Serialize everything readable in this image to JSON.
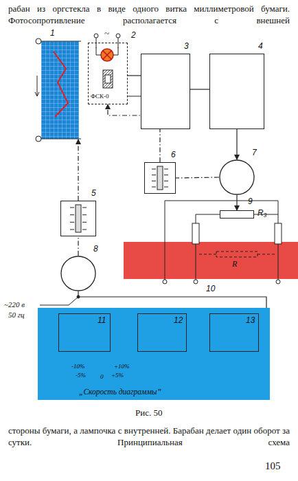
{
  "diagram": {
    "caption": "Рис. 50",
    "nodes": [
      {
        "text": [
          "1"
        ]
      },
      {
        "text": [
          "2",
          "ФСК-0"
        ]
      },
      {
        "text": [
          "3"
        ]
      },
      {
        "text": [
          "4"
        ]
      },
      {
        "text": [
          "5"
        ]
      },
      {
        "text": [
          "6"
        ]
      },
      {
        "text": [
          "7"
        ]
      },
      {
        "text": [
          "8"
        ]
      },
      {
        "text": [
          "9",
          "R₃"
        ]
      },
      {
        "text": [
          "10",
          "„Скорость диаграммы”"
        ]
      },
      {
        "text": [
          "11"
        ],
        "in": 9
      },
      {
        "text": [
          "12"
        ],
        "in": 9
      },
      {
        "text": [
          "13"
        ],
        "in": 9
      }
    ],
    "edges": [
      {
        "from": 1,
        "to": 2,
        "arrow": "none"
      },
      {
        "from": 2,
        "to": 3,
        "arrow": "none"
      },
      {
        "from": 3,
        "to": 6,
        "arrow": "to"
      },
      {
        "from": 6,
        "to": 5,
        "arrow": "none"
      },
      {
        "from": 5,
        "to": 1,
        "arrow": "to"
      },
      {
        "from": 4,
        "to": 0,
        "arrow": "to"
      },
      {
        "from": 7,
        "to": 4,
        "arrow": "none"
      },
      {
        "from": 6,
        "to": 8,
        "arrow": "to"
      },
      {
        "from": 10,
        "to": 11,
        "arrow": "to"
      },
      {
        "from": 11,
        "to": 12,
        "arrow": "to"
      },
      {
        "from": 12,
        "to": 7,
        "arrow": "none"
      }
    ],
    "labels": [
      "рабан из оргстекла в виде одного витка миллиметровой бумаги. Фотосопротивление располагается с внешней",
      "~",
      "R",
      "~220 в",
      "50 гц",
      "-10%",
      "-5%",
      "0",
      "+5%",
      "+10%",
      "стороны бумаги, а лампочка с внутренней. Барабан делает один оборот за сутки. Принципиальная схема",
      "105"
    ]
  }
}
